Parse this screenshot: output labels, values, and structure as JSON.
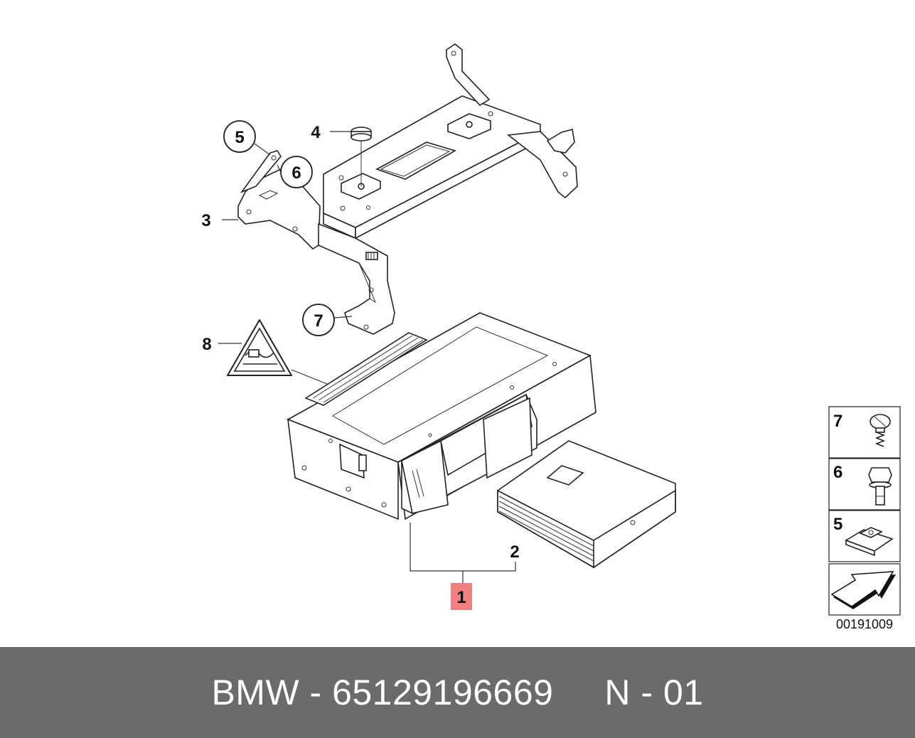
{
  "callouts": {
    "c1": "1",
    "c2": "2",
    "c3": "3",
    "c4": "4",
    "c5": "5",
    "c6": "6",
    "c7": "7",
    "c8": "8"
  },
  "legend": {
    "items": [
      {
        "number": "7"
      },
      {
        "number": "6"
      },
      {
        "number": "5"
      }
    ],
    "code": "00191009"
  },
  "footer": {
    "text": "BMW - 65129196669     N - 01"
  },
  "colors": {
    "highlight": "#f08080",
    "footer_bg": "#6b6b6b",
    "footer_text": "#ffffff"
  }
}
